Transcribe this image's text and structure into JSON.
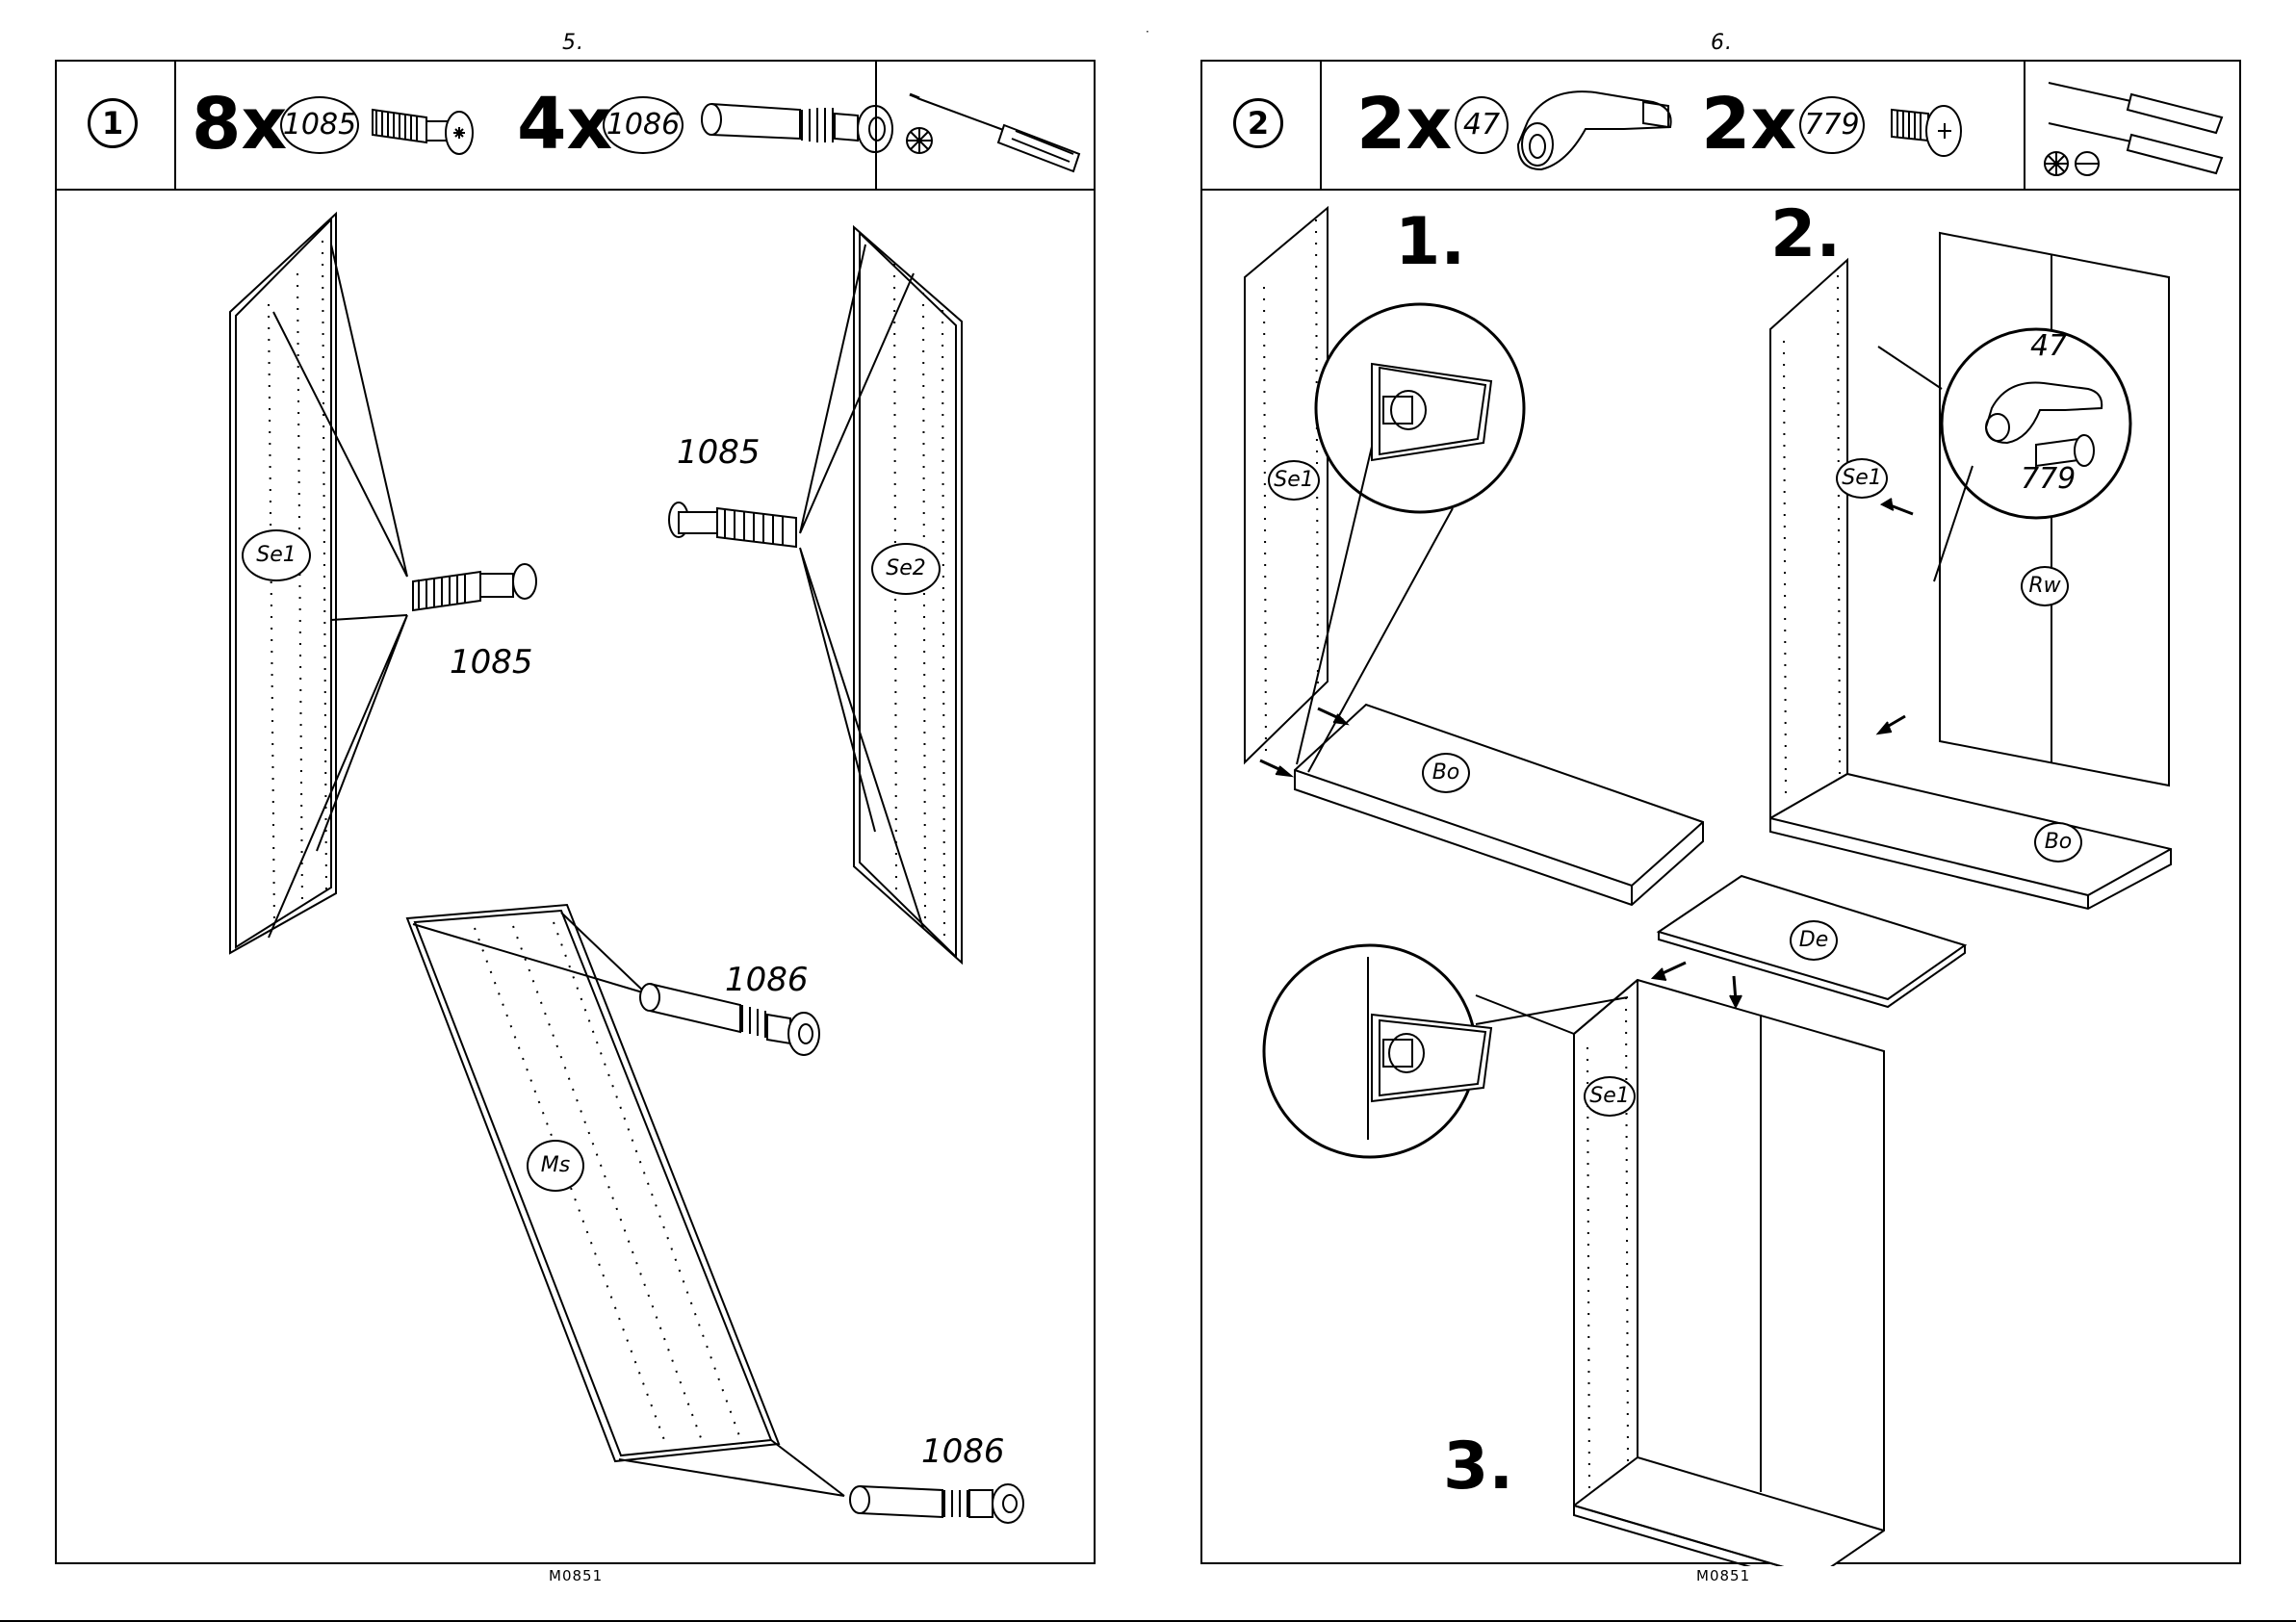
{
  "left_page": {
    "page_number": "5.",
    "step": "1",
    "qty_a": "8x",
    "part_a": "1085",
    "qty_b": "4x",
    "part_b": "1086",
    "callouts": {
      "a": "1085",
      "b": "1085",
      "c": "1086",
      "d": "1086"
    },
    "panels": {
      "se1": "Se1",
      "se2": "Se2",
      "ms": "Ms"
    },
    "footer": "M0851"
  },
  "right_page": {
    "page_number": "6.",
    "step": "2",
    "qty_a": "2x",
    "part_a": "47",
    "qty_b": "2x",
    "part_b": "779",
    "substeps": {
      "one": "1.",
      "two": "2.",
      "three": "3."
    },
    "callouts": {
      "a": "47",
      "b": "779"
    },
    "panels": {
      "se1_a": "Se1",
      "bo_a": "Bo",
      "se1_b": "Se1",
      "rw": "Rw",
      "bo_b": "Bo",
      "de": "De",
      "se1_c": "Se1"
    },
    "footer": "M0851"
  }
}
